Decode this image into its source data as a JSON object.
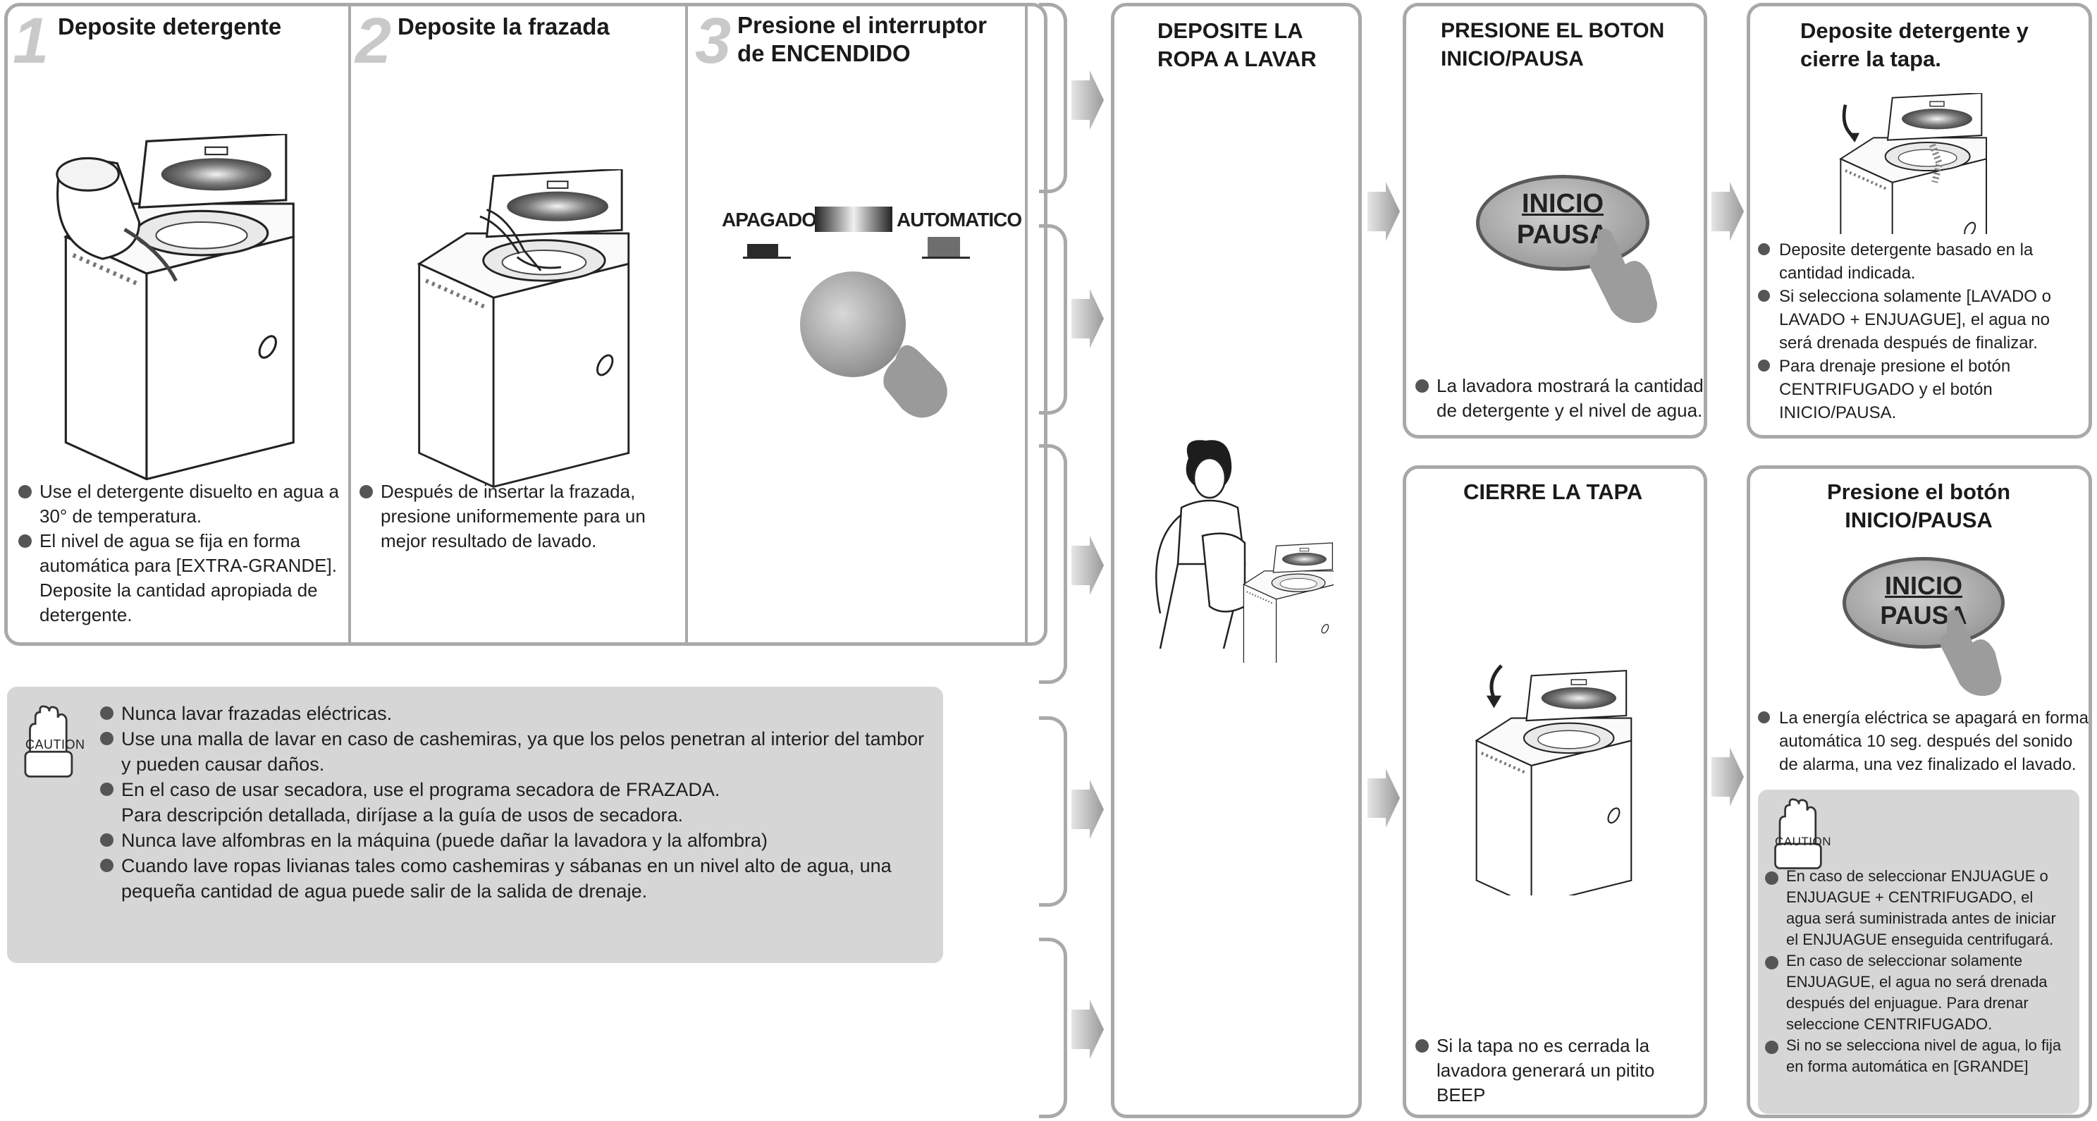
{
  "steps": [
    {
      "number": "1",
      "title": "Deposite detergente",
      "bullets": [
        [
          "Use el detergente disuelto en agua a",
          "30° de temperatura."
        ],
        [
          "El nivel de agua se fija en forma",
          "automática para [EXTRA-GRANDE].",
          "Deposite la cantidad apropiada de",
          "detergente."
        ]
      ]
    },
    {
      "number": "2",
      "title": "Deposite la frazada",
      "bullets": [
        [
          "Después de insertar la frazada,",
          "presione uniformemente para un",
          "mejor resultado de lavado."
        ]
      ]
    },
    {
      "number": "3",
      "title_lines": [
        "Presione el interruptor",
        "de ENCENDIDO"
      ],
      "switch_left": "APAGADO",
      "switch_right": "AUTOMATICO"
    }
  ],
  "caution_label": "CAUTION",
  "caution_main": [
    [
      "Nunca lavar frazadas eléctricas."
    ],
    [
      "Use una malla de lavar en caso de cashemiras, ya que los pelos penetran al interior del tambor",
      "y pueden causar daños."
    ],
    [
      "En el caso de usar secadora, use el programa secadora de FRAZADA.",
      "Para descripción detallada, diríjase a la guía de usos de secadora."
    ],
    [
      "Nunca lave alfombras en la máquina (puede dañar la lavadora y la alfombra)"
    ],
    [
      "Cuando lave ropas livianas tales como cashemiras y sábanas en un nivel alto de agua, una",
      "pequeña cantidad de agua puede salir de la salida de drenaje."
    ]
  ],
  "col_load": {
    "title_lines": [
      "DEPOSITE LA",
      "ROPA A LAVAR"
    ]
  },
  "col_start": {
    "title_lines": [
      "PRESIONE EL BOTON",
      "INICIO/PAUSA"
    ],
    "button_line1": "INICIO",
    "button_line2": "PAUSA",
    "bullets": [
      [
        "La lavadora mostrará la cantidad",
        "de detergente y el nivel de agua."
      ]
    ]
  },
  "col_lid": {
    "title": "CIERRE LA TAPA",
    "bullets": [
      [
        "Si la tapa no es cerrada la",
        "lavadora generará un pitito BEEP"
      ]
    ]
  },
  "col_detergent": {
    "title_lines": [
      "Deposite detergente y",
      "cierre la tapa."
    ],
    "bullets": [
      [
        "Deposite detergente basado en la",
        "cantidad indicada."
      ],
      [
        "Si selecciona solamente [LAVADO o",
        "LAVADO + ENJUAGUE], el agua no",
        "será drenada después de finalizar."
      ],
      [
        "Para drenaje presione el botón",
        "CENTRIFUGADO y el botón",
        "INICIO/PAUSA."
      ]
    ]
  },
  "col_press": {
    "title_lines": [
      "Presione el botón",
      "INICIO/PAUSA"
    ],
    "button_line1": "INICIO",
    "button_line2": "PAUSA",
    "bullets": [
      [
        "La energía eléctrica se apagará en forma",
        "automática 10 seg. después del sonido",
        "de alarma, una vez finalizado el lavado."
      ]
    ],
    "caution_bullets": [
      [
        "En caso de seleccionar ENJUAGUE o",
        "ENJUAGUE + CENTRIFUGADO, el",
        "agua será suministrada antes de iniciar",
        "el ENJUAGUE enseguida centrifugará."
      ],
      [
        "En caso de seleccionar solamente",
        "ENJUAGUE, el agua no será drenada",
        "después del enjuague. Para drenar",
        "seleccione CENTRIFUGADO."
      ],
      [
        "Si no se selecciona nivel de agua, lo fija",
        "en forma automática en [GRANDE]"
      ]
    ]
  }
}
